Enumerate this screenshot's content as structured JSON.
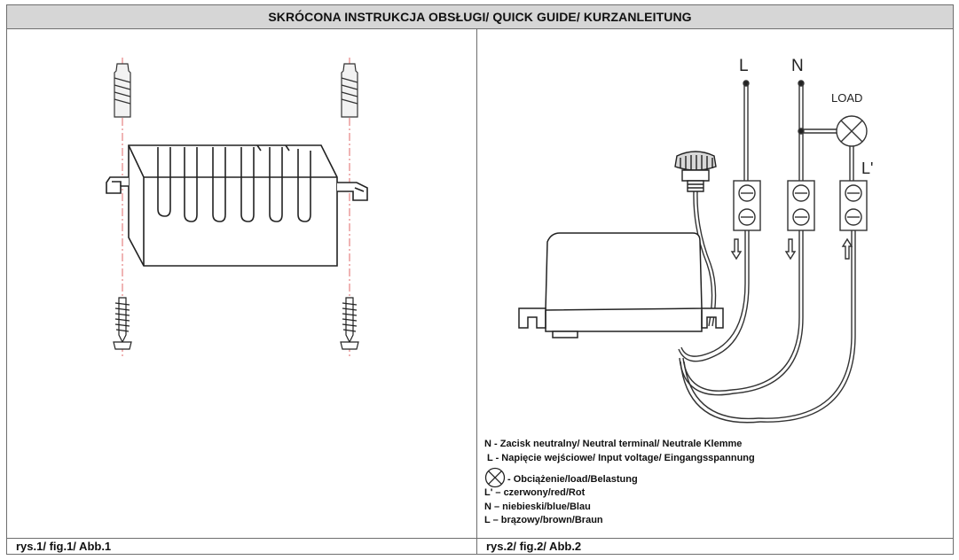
{
  "header": {
    "title": "SKRÓCONA INSTRUKCJA OBSŁUGI/ QUICK GUIDE/ KURZANLEITUNG"
  },
  "figure1": {
    "caption": "rys.1/ fig.1/ Abb.1"
  },
  "figure2": {
    "caption": "rys.2/ fig.2/ Abb.2",
    "labels": {
      "l": "L",
      "n": "N",
      "load": "LOAD",
      "l_prime": "L'"
    },
    "legend": {
      "n_terminal": "N - Zacisk neutralny/ Neutral terminal/ Neutrale Klemme",
      "l_voltage": "L - Napięcie wejściowe/ Input voltage/ Eingangsspannung",
      "load": "- Obciążenie/load/Belastung",
      "l_prime_color": "L' – czerwony/red/Rot",
      "n_color": "N – niebieski/blue/Blau",
      "l_color": "L – brązowy/brown/Braun"
    }
  }
}
